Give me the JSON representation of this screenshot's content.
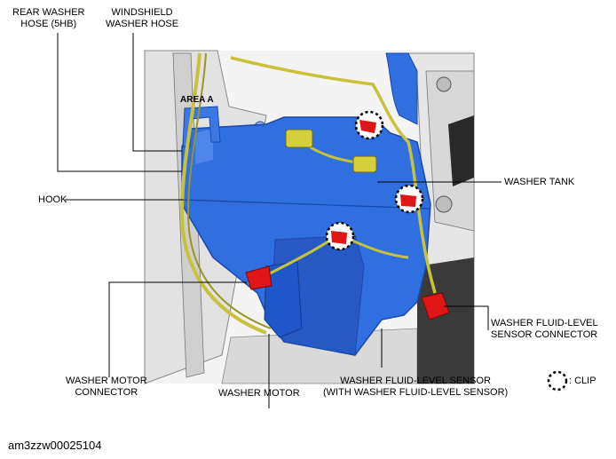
{
  "labels": {
    "rear_washer_hose": [
      "REAR WASHER",
      "HOSE (5HB)"
    ],
    "windshield_washer_hose": [
      "WINDSHIELD",
      "WASHER HOSE"
    ],
    "area_a": "AREA A",
    "hook": "HOOK",
    "washer_tank": "WASHER TANK",
    "washer_fluid_level_sensor_connector": [
      "WASHER FLUID-LEVEL",
      "SENSOR CONNECTOR"
    ],
    "washer_motor_connector": [
      "WASHER MOTOR",
      "CONNECTOR"
    ],
    "washer_motor": "WASHER MOTOR",
    "washer_fluid_level_sensor": [
      "WASHER FLUID-LEVEL SENSOR",
      "(WITH WASHER FLUID-LEVEL SENSOR)"
    ],
    "clip_legend": ": CLIP"
  },
  "reference_id": "am3zzw00025104",
  "colors": {
    "tank": "#2f6fe0",
    "tank_dark": "#1c48a8",
    "hose": "#c8c23a",
    "connector_red": "#e01515",
    "frame": "#dcdcdc"
  }
}
